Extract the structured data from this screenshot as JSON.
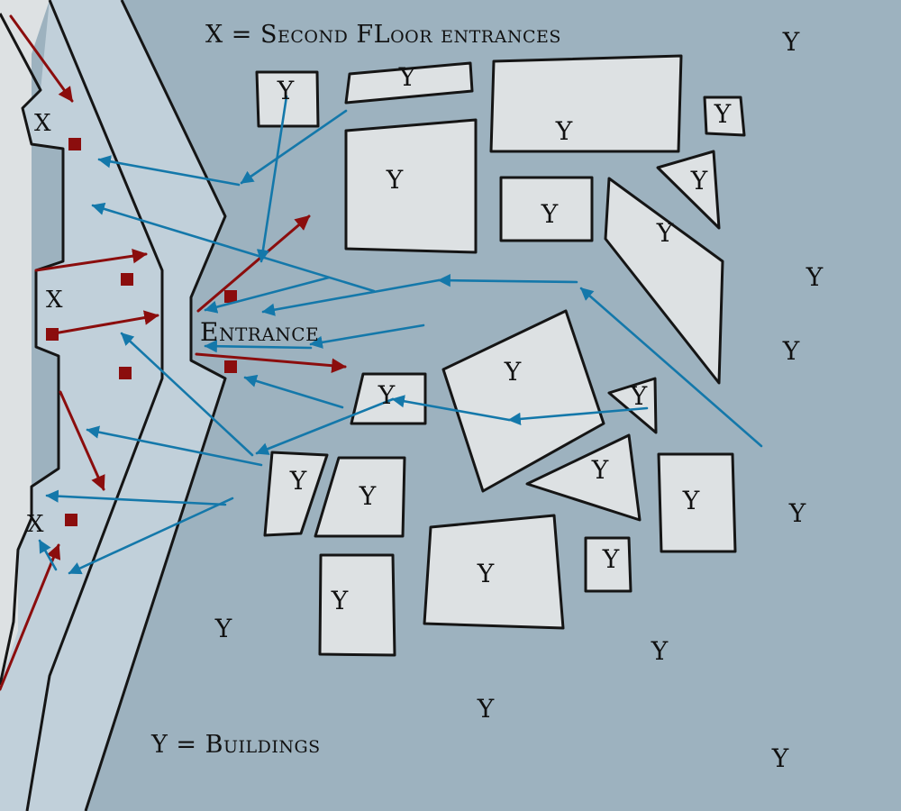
{
  "legend": {
    "second_floor": "X = Second FLoor entrances",
    "buildings": "Y = Buildings"
  },
  "entrance_label": "Entrance",
  "second_floor_marker": "X",
  "building_marker": "Y",
  "colors": {
    "water": "#9db2bf",
    "street": "#dde1e3",
    "wall_zone": "#c1d0da",
    "outline": "#151515",
    "red_route": "#8b0d0d",
    "blue_route": "#1478aa"
  }
}
